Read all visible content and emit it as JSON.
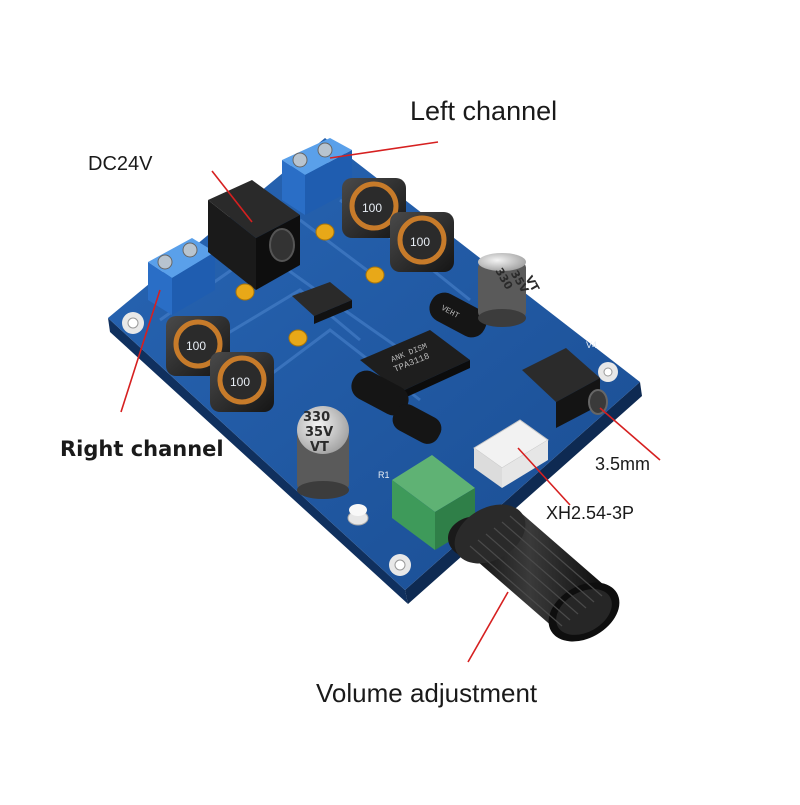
{
  "labels": {
    "left_channel": "Left channel",
    "dc": "DC24V",
    "right_channel": "Right channel",
    "jack": "3.5mm",
    "connector": "XH2.54-3P",
    "volume": "Volume adjustment"
  },
  "board_text": {
    "cap_top": [
      "330",
      "35V",
      "VT"
    ],
    "cap_bottom": [
      "330",
      "35V",
      "VT"
    ],
    "inductor": "100",
    "chip": [
      "TPA3118",
      "ANK DISM"
    ],
    "diode_cap": "VEHT",
    "silk_v4": "V4",
    "silk_r1": "R1"
  },
  "colors": {
    "pcb": "#1f5aa6",
    "pcb_dark": "#163f7a",
    "terminal": "#2f78d0",
    "pointer": "#d62020",
    "knob": "#151515",
    "pot": "#3e9a5a"
  },
  "icons": {
    "pointer": "red-leader-line",
    "mount_hole": "ring-hole"
  }
}
